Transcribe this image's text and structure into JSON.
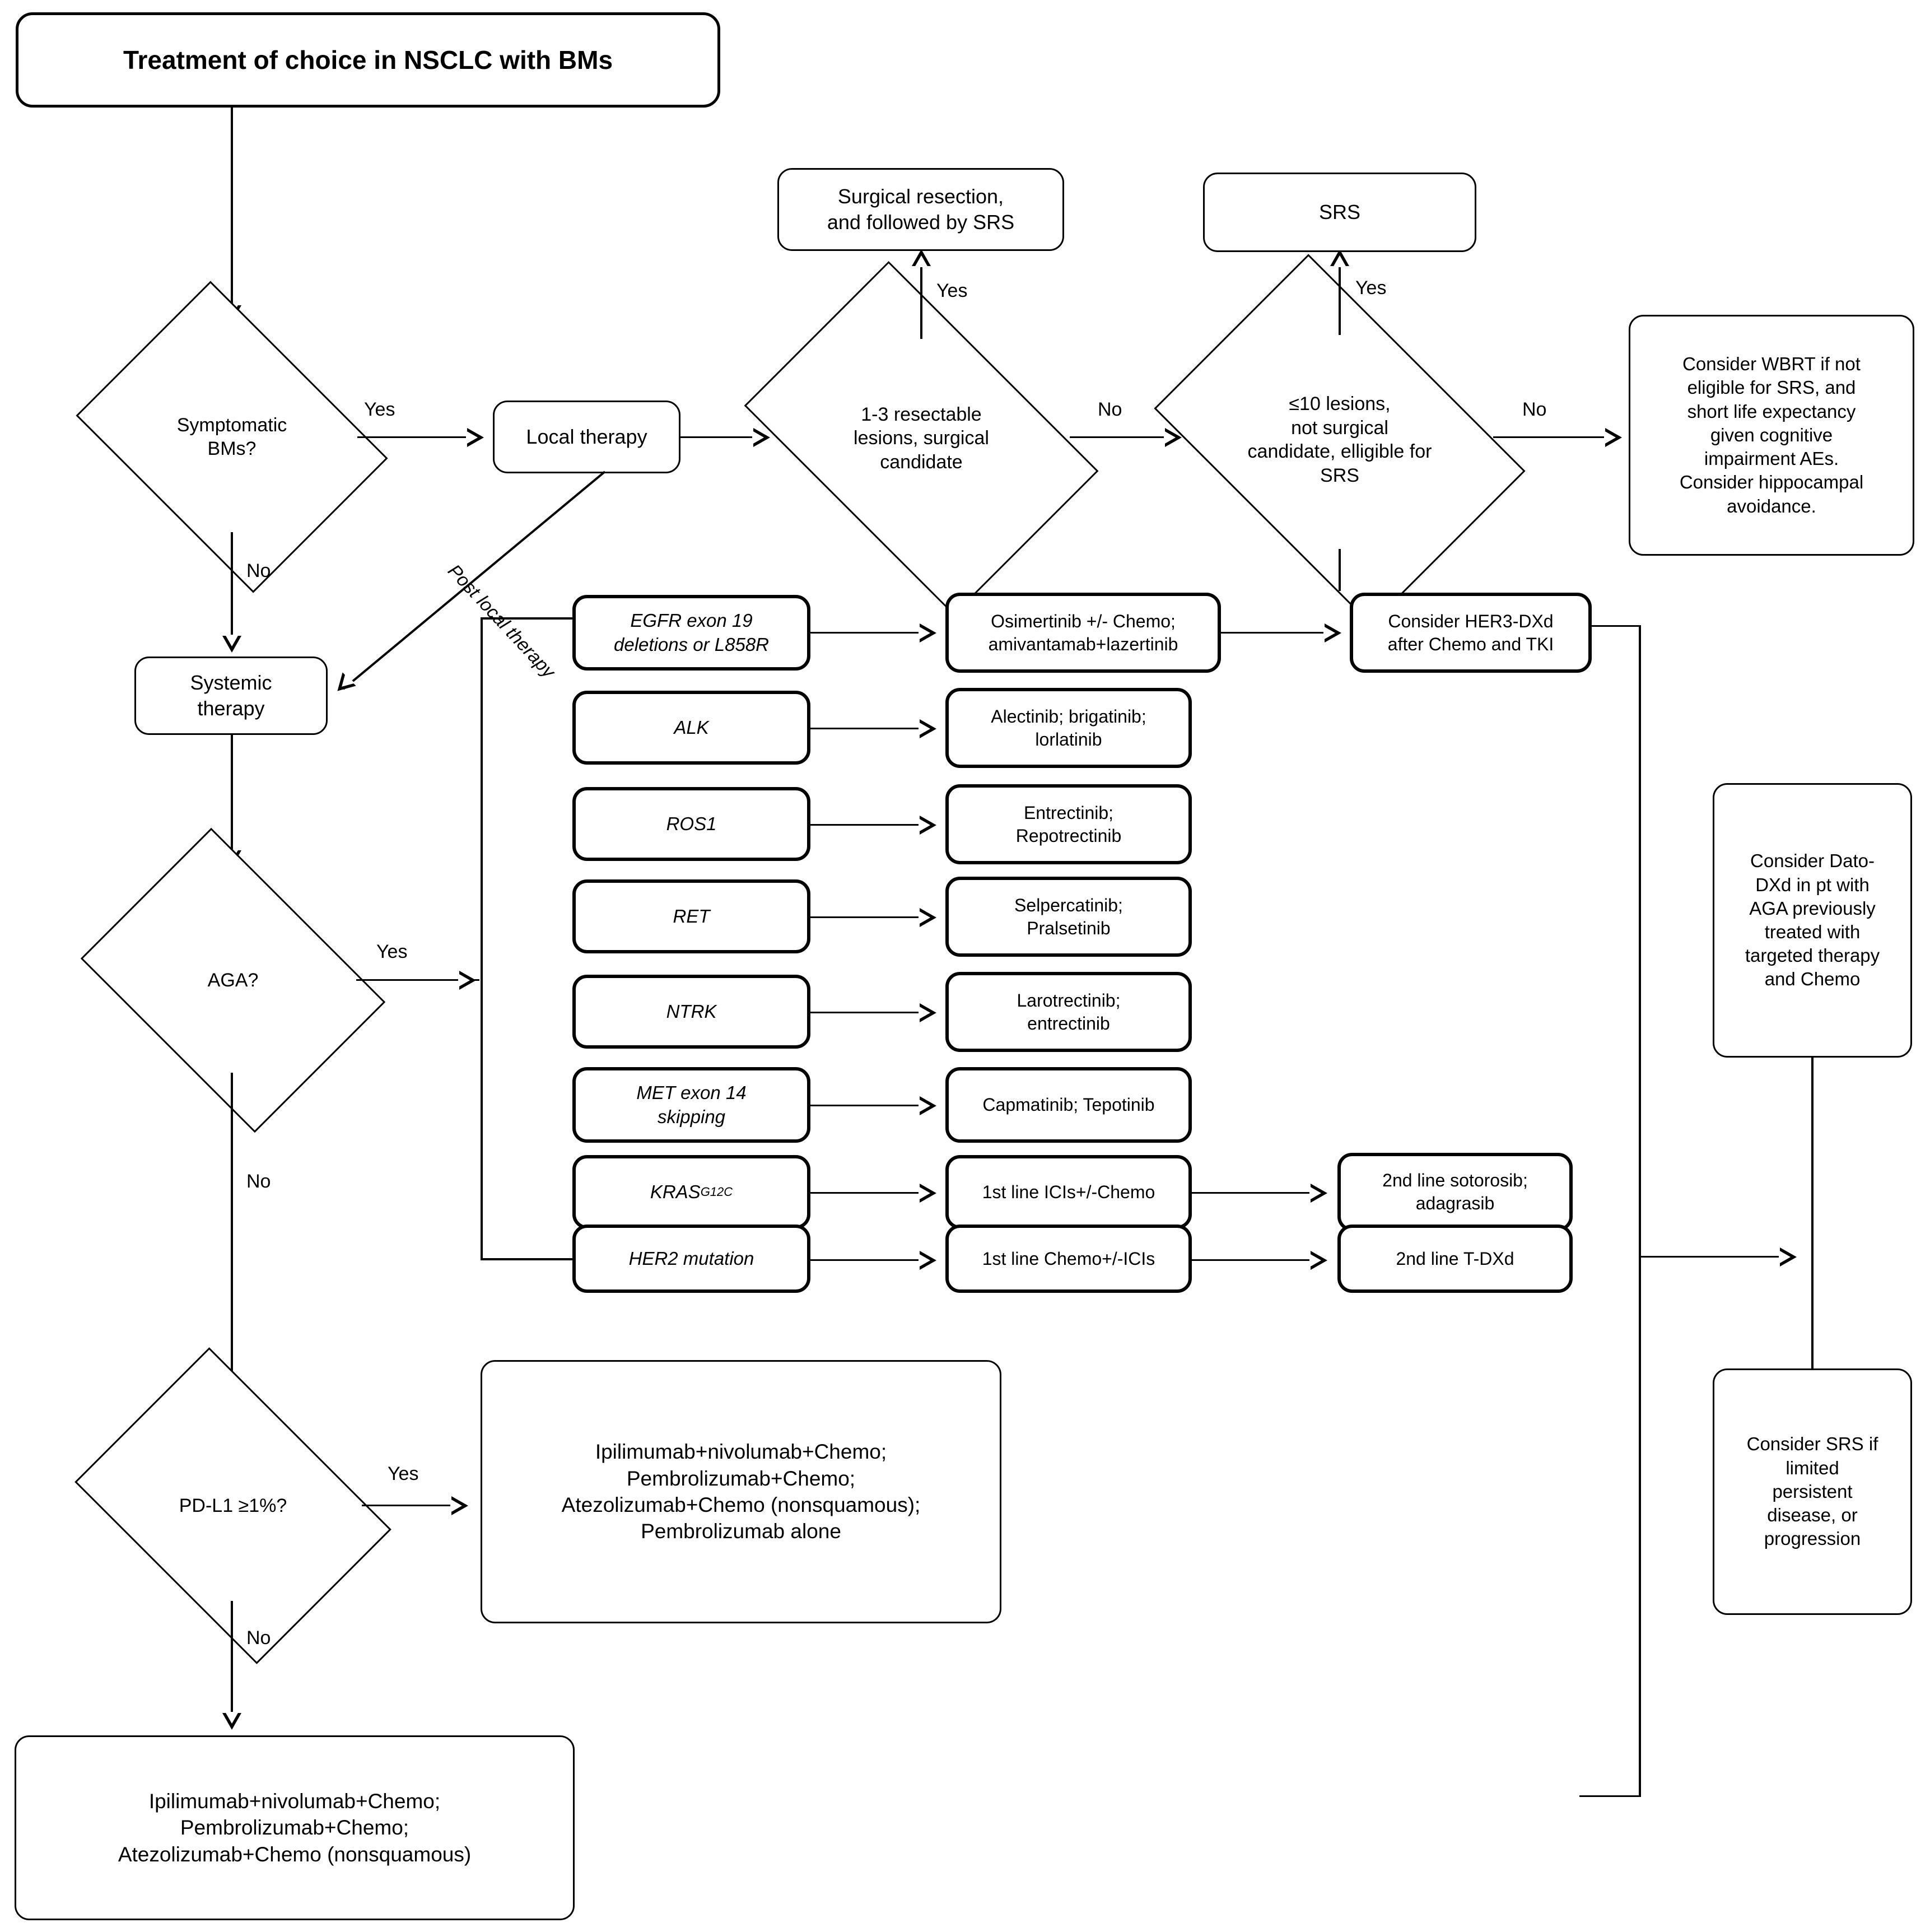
{
  "diagram": {
    "title": "Treatment of choice in NSCLC with BMs",
    "type": "clinical-decision-flowchart"
  },
  "nodes": {
    "title": "Treatment of choice in NSCLC with BMs",
    "symptomatic": "Symptomatic\nBMs?",
    "local_therapy": "Local therapy",
    "resectable": "1-3 resectable\nlesions, surgical\ncandidate",
    "surgical_resection": "Surgical resection,\nand followed by SRS",
    "lesions_srs": "≤10 lesions,\nnot surgical\ncandidate, elligible for\nSRS",
    "srs": "SRS",
    "wbrt": "Consider WBRT if not\neligible for SRS, and\nshort life expectancy\ngiven cognitive\nimpairment AEs.\nConsider hippocampal\navoidance.",
    "systemic_therapy": "Systemic\ntherapy",
    "aga": "AGA?",
    "pdl1": "PD-L1 ≥1%?",
    "pdl1_yes_treatment": "Ipilimumab+nivolumab+Chemo;\nPembrolizumab+Chemo;\nAtezolizumab+Chemo (nonsquamous);\nPembrolizumab alone",
    "pdl1_no_treatment": "Ipilimumab+nivolumab+Chemo;\nPembrolizumab+Chemo;\nAtezolizumab+Chemo (nonsquamous)",
    "her3_dxd": "Consider HER3-DXd\nafter Chemo and TKI",
    "dato_dxd": "Consider Dato-\nDXd in pt with\nAGA previously\ntreated with\ntargeted therapy\nand Chemo",
    "consider_srs": "Consider SRS if\nlimited\npersistent\ndisease, or\nprogression"
  },
  "biomarkers": [
    {
      "gene": "EGFR exon 19\ndeletions or L858R",
      "treatment": "Osimertinib +/- Chemo;\namivantamab+lazertinib",
      "second": ""
    },
    {
      "gene": "ALK",
      "treatment": "Alectinib; brigatinib;\nlorlatinib",
      "second": ""
    },
    {
      "gene": "ROS1",
      "treatment": "Entrectinib;\nRepotrectinib",
      "second": ""
    },
    {
      "gene": "RET",
      "treatment": "Selpercatinib;\nPralsetinib",
      "second": ""
    },
    {
      "gene": "NTRK",
      "treatment": "Larotrectinib;\nentrectinib",
      "second": ""
    },
    {
      "gene": "MET exon 14\nskipping",
      "treatment": "Capmatinib; Tepotinib",
      "second": ""
    },
    {
      "gene": "KRAS",
      "gene_sup": "G12C",
      "treatment": "1st line ICIs+/-Chemo",
      "second": "2nd line sotorosib;\nadagrasib"
    },
    {
      "gene": "HER2 mutation",
      "treatment": "1st line Chemo+/-ICIs",
      "second": "2nd line T-DXd"
    }
  ],
  "edge_labels": {
    "symptomatic_yes": "Yes",
    "symptomatic_no": "No",
    "resectable_yes": "Yes",
    "resectable_no": "No",
    "lesions_yes": "Yes",
    "lesions_no": "No",
    "post_local_therapy": "Post local therapy",
    "aga_yes": "Yes",
    "aga_no": "No",
    "pdl1_yes": "Yes",
    "pdl1_no": "No"
  },
  "colors": {
    "stroke": "#000000",
    "fill": "#ffffff"
  }
}
